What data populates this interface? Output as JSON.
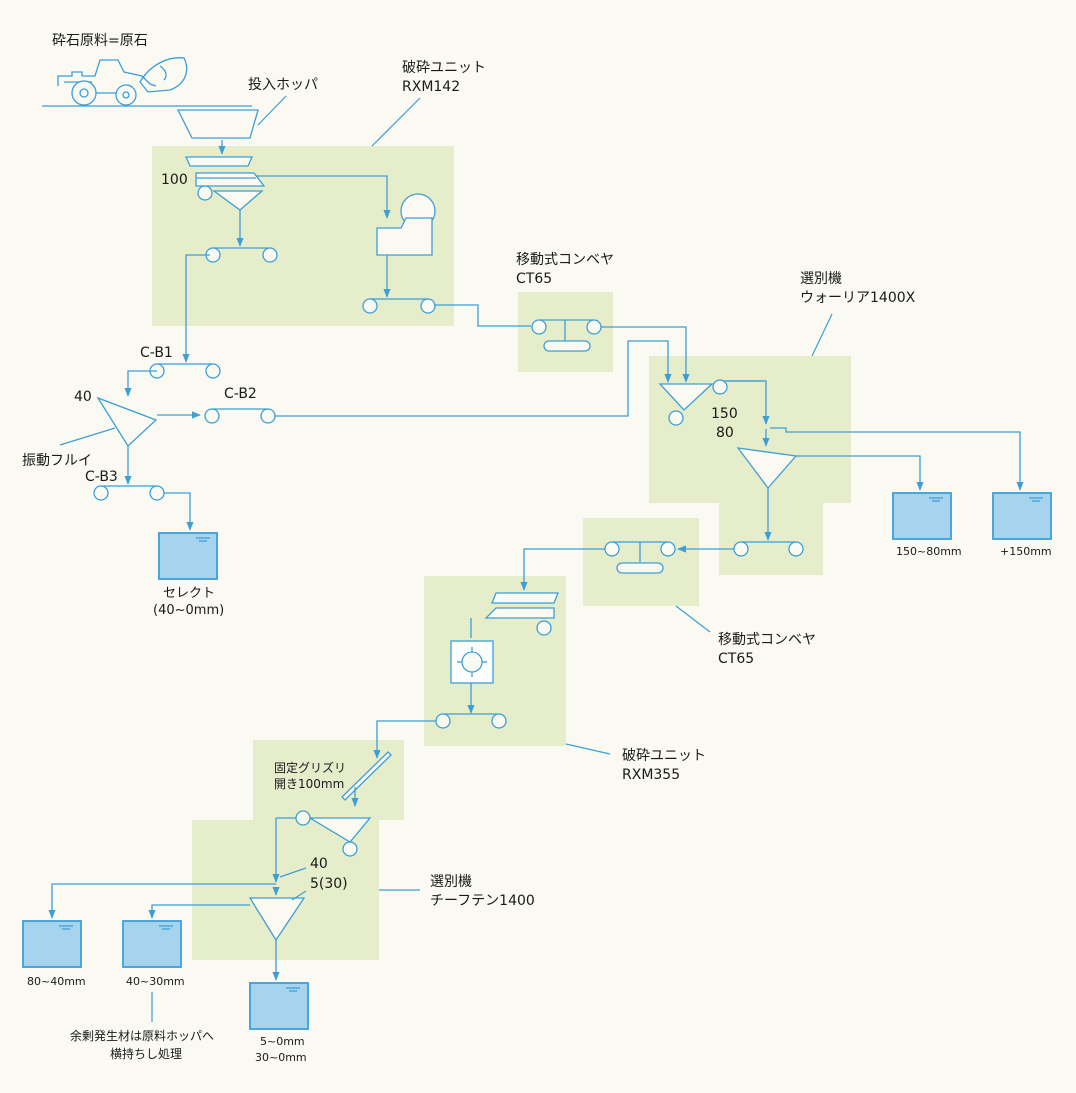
{
  "labels": {
    "raw_material": "砕石原料=原石",
    "input_hopper": "投入ホッパ",
    "crusher1_title": "破砕ユニット",
    "crusher1_model": "RXM142",
    "crusher1_size": "100",
    "cb1": "C-B1",
    "cb2": "C-B2",
    "cb3": "C-B3",
    "vib_size": "40",
    "vib_screen": "振動フルイ",
    "select_name": "セレクト",
    "select_size": "(40~0mm)",
    "conveyor1_title": "移動式コンベヤ",
    "conveyor1_model": "CT65",
    "sorter1_title": "選別機",
    "sorter1_model": "ウォーリア1400X",
    "sorter1_size_top": "150",
    "sorter1_size_bottom": "80",
    "tank_150_80": "150~80mm",
    "tank_150plus": "+150mm",
    "conveyor2_title": "移動式コンベヤ",
    "conveyor2_model": "CT65",
    "crusher2_title": "破砕ユニット",
    "crusher2_model": "RXM355",
    "grizzly_title": "固定グリズリ",
    "grizzly_opening": "開き100mm",
    "sorter2_size_top": "40",
    "sorter2_size_bottom": "5(30)",
    "sorter2_title": "選別機",
    "sorter2_model": "チーフテン1400",
    "tank_80_40": "80~40mm",
    "tank_40_30": "40~30mm",
    "tank_5_0": "5~0mm",
    "tank_30_0": "30~0mm",
    "note_line1": "余剰発生材は原料ホッパへ",
    "note_line2": "横持ちし処理"
  },
  "colors": {
    "line": "#3d9fd6",
    "zone": "#e6edcb",
    "tank_fill": "#a6d4ee",
    "background": "#faf9f2"
  }
}
